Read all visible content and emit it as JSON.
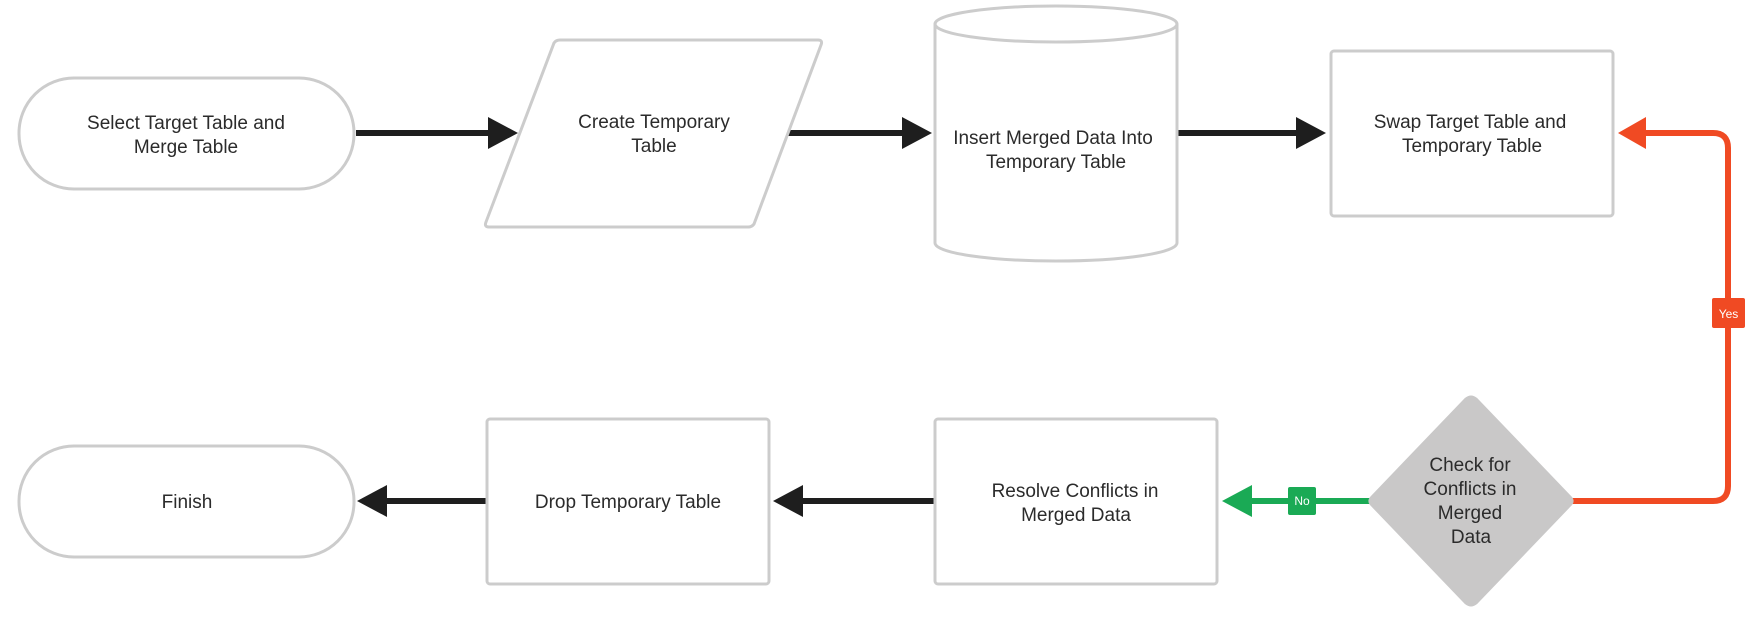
{
  "colors": {
    "node_stroke": "#cccccc",
    "node_fill": "#ffffff",
    "decision_fill": "#c9c8c8",
    "arrow": "#1e1e1e",
    "yes": "#f04a23",
    "no": "#1aaa55"
  },
  "nodes": {
    "start": {
      "line1": "Select Target Table and",
      "line2": "Merge Table"
    },
    "create_temp": {
      "line1": "Create Temporary",
      "line2": "Table"
    },
    "insert": {
      "line1": "Insert Merged Data Into",
      "line2": "Temporary Table"
    },
    "swap": {
      "line1": "Swap Target Table and",
      "line2": "Temporary Table"
    },
    "check": {
      "line1": "Check for",
      "line2": "Conflicts in",
      "line3": "Merged",
      "line4": "Data"
    },
    "resolve": {
      "line1": "Resolve Conflicts in",
      "line2": "Merged Data"
    },
    "drop": {
      "line1": "Drop Temporary Table"
    },
    "finish": {
      "line1": "Finish"
    }
  },
  "edges": {
    "yes_label": "Yes",
    "no_label": "No"
  }
}
